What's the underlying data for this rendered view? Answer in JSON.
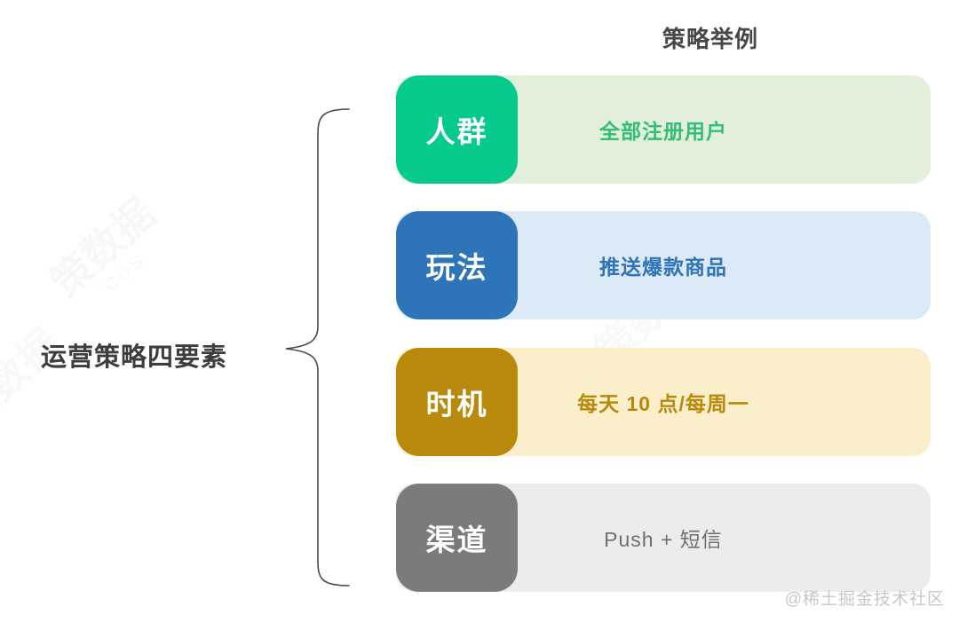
{
  "page": {
    "background_color": "#ffffff",
    "line_color": "#4a4a4a"
  },
  "header": {
    "title": "策略举例"
  },
  "left_group": {
    "label": "运营策略四要素",
    "bracket": "curly-brace-pointing-left"
  },
  "rows": [
    {
      "name": "人群",
      "example": "全部注册用户",
      "label_color": "#06c98c",
      "body_bg": "#e2f0db",
      "text_color": "#33be77"
    },
    {
      "name": "玩法",
      "example": "推送爆款商品",
      "label_color": "#2e74b8",
      "body_bg": "#dce9f6",
      "text_color": "#2e74b8"
    },
    {
      "name": "时机",
      "example": "每天 10 点/每周一",
      "label_color": "#b8890a",
      "body_bg": "#fbefcb",
      "text_color": "#b8890a"
    },
    {
      "name": "渠道",
      "example": "Push + 短信",
      "label_color": "#7b7b7b",
      "body_bg": "#ececec",
      "text_color": "#6f6f6f"
    }
  ],
  "watermarks": {
    "corner": "@稀土掘金技术社区",
    "diagonal_cjk": "策数据",
    "diagonal_latin": "CDS"
  }
}
